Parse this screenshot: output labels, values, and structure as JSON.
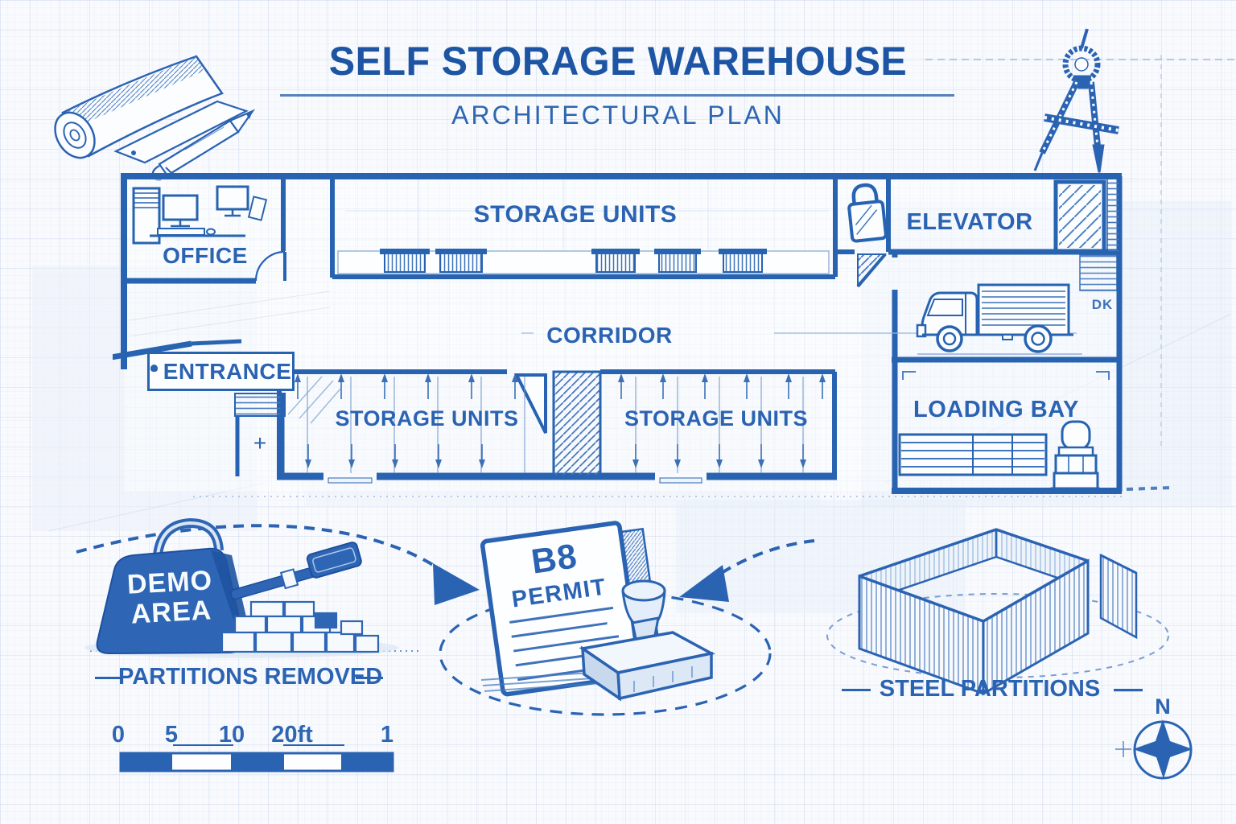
{
  "header": {
    "title": "SELF STORAGE WAREHOUSE",
    "subtitle": "ARCHITECTURAL PLAN"
  },
  "plan": {
    "office": "OFFICE",
    "storage_units_top": "STORAGE UNITS",
    "elevator": "ELEVATOR",
    "corridor": "CORRIDOR",
    "entrance": "ENTRANCE",
    "storage_units_left": "STORAGE UNITS",
    "storage_units_right": "STORAGE UNITS",
    "loading_bay": "LOADING BAY",
    "wall_mark": "DK",
    "plus_mark": "+"
  },
  "legend": {
    "demo_line1": "DEMO",
    "demo_line2": "AREA",
    "partitions_removed": "PARTITIONS REMOVED",
    "permit_code": "B8",
    "permit_word": "PERMIT",
    "steel_partitions": "STEEL PARTITIONS"
  },
  "scale_bar": {
    "labels": [
      "0",
      "5",
      "10",
      "20ft",
      "1"
    ]
  },
  "compass": {
    "north": "N"
  },
  "colors": {
    "ink": "#2b63b3",
    "ink_dark": "#1d55a4",
    "paper": "#f8fafd",
    "grid": "#d9e5f3",
    "bag_fill": "#2e66b5"
  }
}
